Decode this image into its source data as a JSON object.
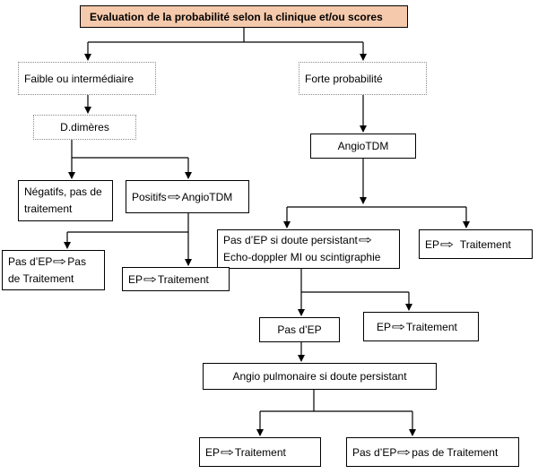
{
  "flowchart": {
    "title": "Evaluation de la probabilité  selon la clinique et/ou scores",
    "low_intermediate": "Faible ou intermédiaire",
    "high": "Forte probabilité",
    "ddimers": "D.dimères",
    "angiotdm": "AngioTDM",
    "negative_line1": "Négatifs, pas de",
    "negative_line2": "traitement",
    "positive_pre": "Positifs",
    "positive_post": "AngioTDM",
    "no_pe_doubt_line1": "Pas d’EP si doute persistant",
    "no_pe_doubt_line2": "Echo-doppler MI ou scintigraphie",
    "pe_right_pre": "EP",
    "pe_right_post": "Traitement",
    "no_pe_left_pre": "Pas d’EP",
    "no_pe_left_post1": "Pas",
    "no_pe_left_line2": "de Traitement",
    "pe_mid_pre": "EP",
    "pe_mid_post": "Traitement",
    "no_pe": "Pas d’EP",
    "pe_low_pre": "EP",
    "pe_low_post": "Traitement",
    "angio_pulm": "Angio pulmonaire si doute persistant",
    "pe_bottom_pre": "EP",
    "pe_bottom_post": "Traitement",
    "no_pe_bottom_pre": "Pas d’EP",
    "no_pe_bottom_post": "pas de Traitement",
    "arrow_glyph": "⇨"
  },
  "colors": {
    "title_bg": "#f5c9ab",
    "line": "#000000",
    "dotted_border": "#8a8a8a"
  }
}
